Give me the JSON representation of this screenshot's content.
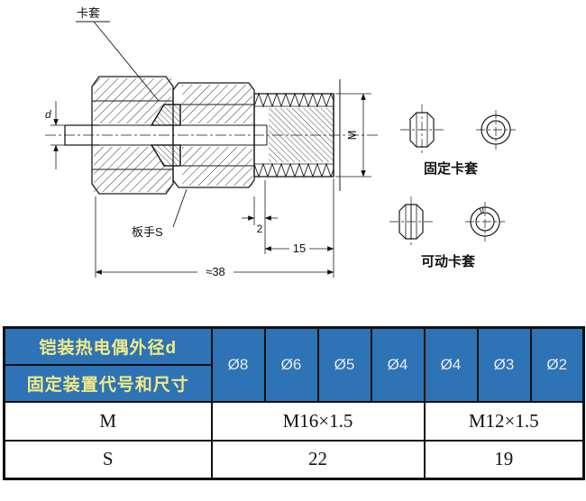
{
  "diagram": {
    "callouts": {
      "ferrule": "卡套",
      "wrench": "板手S",
      "fixed_ferrule": "固定卡套",
      "movable_ferrule": "可动卡套"
    },
    "dims": {
      "d": "d",
      "M": "M",
      "two": "2",
      "fifteen": "15",
      "overall": "≈38"
    }
  },
  "table": {
    "header": {
      "left_top": "铠装热电偶外径d",
      "left_bottom": "固定装置代号和尺寸",
      "diameters": [
        "Ø8",
        "Ø6",
        "Ø5",
        "Ø4",
        "Ø4",
        "Ø3",
        "Ø2"
      ]
    },
    "rows": [
      {
        "label": "M",
        "cells": [
          {
            "text": "M16×1.5",
            "span": 4
          },
          {
            "text": "M12×1.5",
            "span": 3
          }
        ]
      },
      {
        "label": "S",
        "cells": [
          {
            "text": "22",
            "span": 4
          },
          {
            "text": "19",
            "span": 3
          }
        ]
      }
    ]
  },
  "colors": {
    "header_bg": "#2d73b5",
    "header_text_yellow": "#f3ea86",
    "header_text_light": "#e8edf3",
    "grid": "#111111"
  }
}
